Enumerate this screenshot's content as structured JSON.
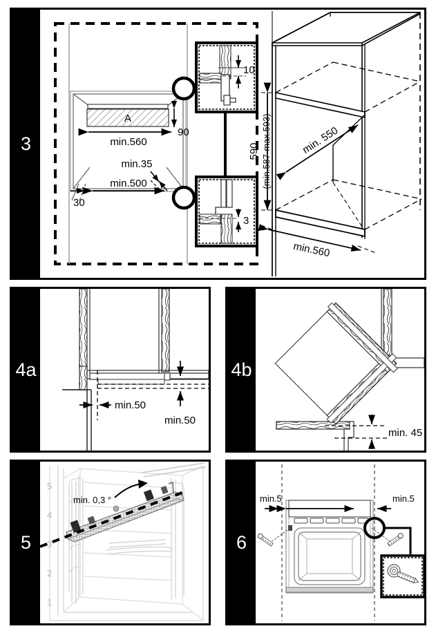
{
  "document": {
    "title": "Built-in oven installation dimensions",
    "type": "technical-installation-diagram",
    "units": "mm"
  },
  "panels": [
    {
      "id": "panel-3",
      "number": "3",
      "description": "Cabinet cut-out dimensions and recess detail callouts",
      "labels": {
        "area_marker": "A",
        "width_min": "min.560",
        "top_gap": "90",
        "rear_min": "min.35",
        "depth_min": "min.500",
        "front_offset": "30",
        "detail_top": "10",
        "detail_bottom": "3",
        "height_nominal": "590",
        "height_range": "(min.587-max.593)",
        "cabinet_depth_min": "min. 550",
        "cabinet_width_min": "min.560"
      }
    },
    {
      "id": "panel-4a",
      "number": "4a",
      "description": "Under-counter installation clearance section",
      "labels": {
        "clearance_horizontal": "min.50",
        "clearance_vertical": "min.50"
      }
    },
    {
      "id": "panel-4b",
      "number": "4b",
      "description": "Tilted panel installation clearance",
      "labels": {
        "clearance": "min. 45"
      }
    },
    {
      "id": "panel-5",
      "number": "5",
      "description": "Oven cavity interior with shelf levels and rack tilt angle",
      "labels": {
        "tilt_angle": "min. 0,3 °",
        "rack_levels": [
          "5",
          "4",
          "3",
          "2",
          "1"
        ]
      }
    },
    {
      "id": "panel-6",
      "number": "6",
      "description": "Oven front view with side clearances and fixing screw detail",
      "labels": {
        "clearance_left": "min.5",
        "clearance_right": "min.5"
      }
    }
  ],
  "colors": {
    "ink": "#000000",
    "paper": "#ffffff",
    "sidebar": "#000000",
    "sidebar_text": "#ffffff",
    "light_line": "#b8b8b8",
    "mid_line": "#8a8a8a",
    "hatch": "#d8d8d8"
  }
}
